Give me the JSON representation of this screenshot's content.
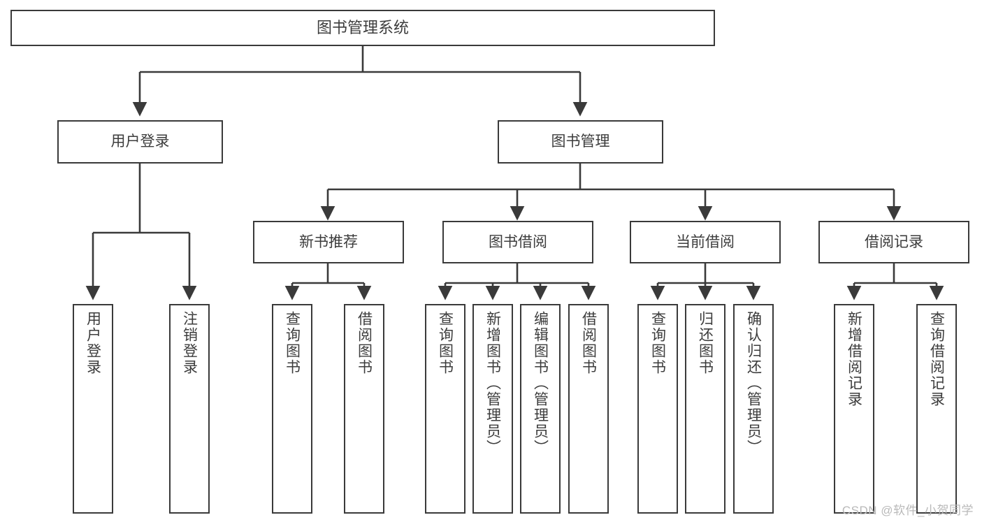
{
  "diagram": {
    "type": "tree",
    "title": "图书管理系统",
    "watermark": "CSDN @软件_小贺同学",
    "colors": {
      "line": "#3a3a3a",
      "box_border": "#3a3a3a",
      "box_fill": "#ffffff",
      "text": "#3c3c3c",
      "background": "#ffffff",
      "watermark": "#b9b9b9"
    },
    "nodes": {
      "root": {
        "label": "图书管理系统"
      },
      "level2": [
        {
          "label": "用户登录"
        },
        {
          "label": "图书管理"
        }
      ],
      "level3": [
        {
          "label": "新书推荐"
        },
        {
          "label": "图书借阅"
        },
        {
          "label": "当前借阅"
        },
        {
          "label": "借阅记录"
        }
      ],
      "leaves": {
        "user_login": [
          {
            "label": "用户登录"
          },
          {
            "label": "注销登录"
          }
        ],
        "new_book_recommend": [
          {
            "label": "查询图书"
          },
          {
            "label": "借阅图书"
          }
        ],
        "book_borrow": [
          {
            "label": "查询图书"
          },
          {
            "label": "新增图书（管理员）"
          },
          {
            "label": "编辑图书（管理员）"
          },
          {
            "label": "借阅图书"
          }
        ],
        "current_borrow": [
          {
            "label": "查询图书"
          },
          {
            "label": "归还图书"
          },
          {
            "label": "确认归还（管理员）"
          }
        ],
        "borrow_record": [
          {
            "label": "新增借阅记录"
          },
          {
            "label": "查询借阅记录"
          }
        ]
      }
    }
  }
}
